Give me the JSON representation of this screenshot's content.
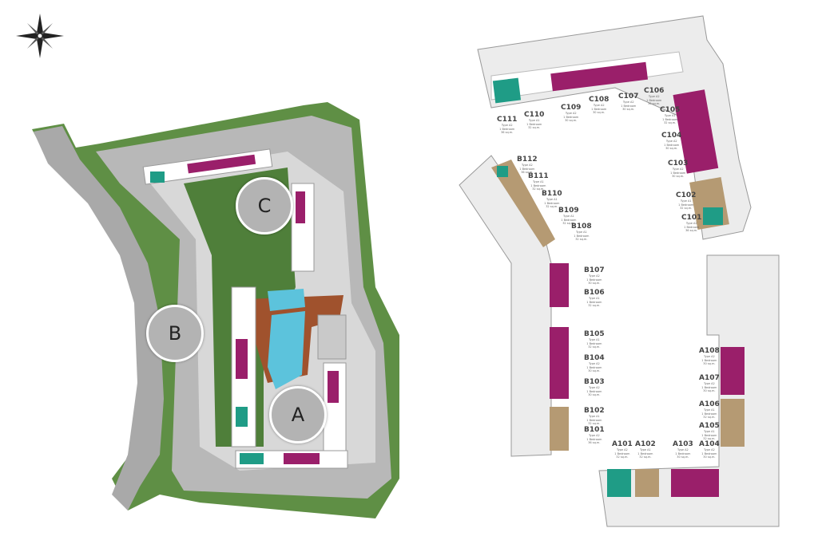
{
  "compass": {
    "icon": "compass-rose-icon"
  },
  "site_plan": {
    "zones": [
      {
        "id": "A",
        "label": "A"
      },
      {
        "id": "B",
        "label": "B"
      },
      {
        "id": "C",
        "label": "C"
      }
    ],
    "colors": {
      "road": "#a9a9a9",
      "landscape": "#4f7f3a",
      "pool": "#5cc3dc",
      "deck": "#a0522d",
      "unit_magenta": "#9a1f6a",
      "unit_teal": "#1f9c86",
      "unit_tan": "#b59a73"
    }
  },
  "buildings": {
    "C": {
      "units": [
        {
          "id": "C111",
          "type": "Type A2",
          "bedrooms": "1 Bedroom",
          "area": "36 sq.m."
        },
        {
          "id": "C110",
          "type": "Type A1",
          "bedrooms": "1 Bedroom",
          "area": "32 sq.m."
        },
        {
          "id": "C109",
          "type": "Type A2",
          "bedrooms": "1 Bedroom",
          "area": "30 sq.m."
        },
        {
          "id": "C108",
          "type": "Type A2",
          "bedrooms": "1 Bedroom",
          "area": "30 sq.m."
        },
        {
          "id": "C107",
          "type": "Type A2",
          "bedrooms": "1 Bedroom",
          "area": "30 sq.m."
        },
        {
          "id": "C106",
          "type": "Type A2",
          "bedrooms": "1 Bedroom",
          "area": "30 sq.m."
        },
        {
          "id": "C105",
          "type": "Type A1",
          "bedrooms": "1 Bedroom",
          "area": "32 sq.m."
        },
        {
          "id": "C104",
          "type": "Type A2",
          "bedrooms": "1 Bedroom",
          "area": "30 sq.m."
        },
        {
          "id": "C103",
          "type": "Type A2",
          "bedrooms": "1 Bedroom",
          "area": "30 sq.m."
        },
        {
          "id": "C102",
          "type": "Type A1",
          "bedrooms": "1 Bedroom",
          "area": "32 sq.m."
        },
        {
          "id": "C101",
          "type": "Type A2",
          "bedrooms": "1 Bedroom",
          "area": "36 sq.m."
        }
      ]
    },
    "B": {
      "units": [
        {
          "id": "B112",
          "type": "Type A2",
          "bedrooms": "1 Bedroom",
          "area": "36 sq.m."
        },
        {
          "id": "B111",
          "type": "Type A1",
          "bedrooms": "1 Bedroom",
          "area": "32 sq.m."
        },
        {
          "id": "B110",
          "type": "Type A1",
          "bedrooms": "1 Bedroom",
          "area": "32 sq.m."
        },
        {
          "id": "B109",
          "type": "Type A1",
          "bedrooms": "1 Bedroom",
          "area": "32 sq.m."
        },
        {
          "id": "B108",
          "type": "Type A1",
          "bedrooms": "1 Bedroom",
          "area": "32 sq.m."
        },
        {
          "id": "B107",
          "type": "Type A2",
          "bedrooms": "1 Bedroom",
          "area": "30 sq.m."
        },
        {
          "id": "B106",
          "type": "Type A1",
          "bedrooms": "1 Bedroom",
          "area": "32 sq.m."
        },
        {
          "id": "B105",
          "type": "Type A1",
          "bedrooms": "1 Bedroom",
          "area": "32 sq.m."
        },
        {
          "id": "B104",
          "type": "Type A2",
          "bedrooms": "1 Bedroom",
          "area": "30 sq.m."
        },
        {
          "id": "B103",
          "type": "Type A2",
          "bedrooms": "1 Bedroom",
          "area": "30 sq.m."
        },
        {
          "id": "B102",
          "type": "Type A1",
          "bedrooms": "1 Bedroom",
          "area": "32 sq.m."
        },
        {
          "id": "B101",
          "type": "Type A2",
          "bedrooms": "1 Bedroom",
          "area": "36 sq.m."
        }
      ]
    },
    "A": {
      "units": [
        {
          "id": "A108",
          "type": "Type A2",
          "bedrooms": "1 Bedroom",
          "area": "30 sq.m."
        },
        {
          "id": "A107",
          "type": "Type A2",
          "bedrooms": "1 Bedroom",
          "area": "30 sq.m."
        },
        {
          "id": "A106",
          "type": "Type A1",
          "bedrooms": "1 Bedroom",
          "area": "32 sq.m."
        },
        {
          "id": "A105",
          "type": "Type A1",
          "bedrooms": "1 Bedroom",
          "area": "32 sq.m."
        },
        {
          "id": "A104",
          "type": "Type A2",
          "bedrooms": "1 Bedroom",
          "area": "30 sq.m."
        },
        {
          "id": "A103",
          "type": "Type A2",
          "bedrooms": "1 Bedroom",
          "area": "30 sq.m."
        },
        {
          "id": "A102",
          "type": "Type A1",
          "bedrooms": "1 Bedroom",
          "area": "32 sq.m."
        },
        {
          "id": "A101",
          "type": "Type A2",
          "bedrooms": "1 Bedroom",
          "area": "32 sq.m."
        }
      ]
    }
  }
}
